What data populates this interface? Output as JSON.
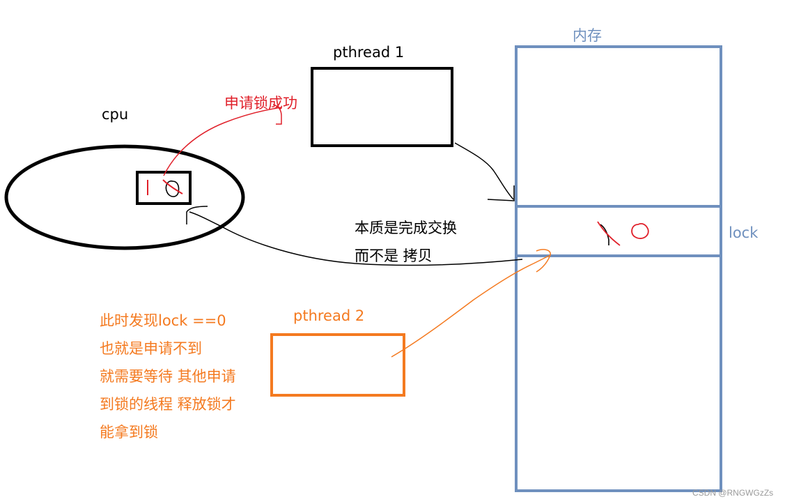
{
  "labels": {
    "memory": "内存",
    "pthread1": "pthread 1",
    "cpu": "cpu",
    "lock_success": "申请锁成功",
    "lock": "lock",
    "essence_line1": "本质是完成交换",
    "essence_line2": "而不是 拷贝",
    "pthread2": "pthread 2",
    "note": [
      "此时发现lock ==0",
      "也就是申请不到",
      "就需要等待 其他申请",
      "到锁的线程 释放锁才",
      "能拿到锁"
    ],
    "watermark": "CSDN @RNGWGzZs"
  },
  "colors": {
    "black": "#000000",
    "red": "#e0202a",
    "orange": "#f47a20",
    "blue": "#6f90be",
    "gray": "#9a9a9a"
  }
}
